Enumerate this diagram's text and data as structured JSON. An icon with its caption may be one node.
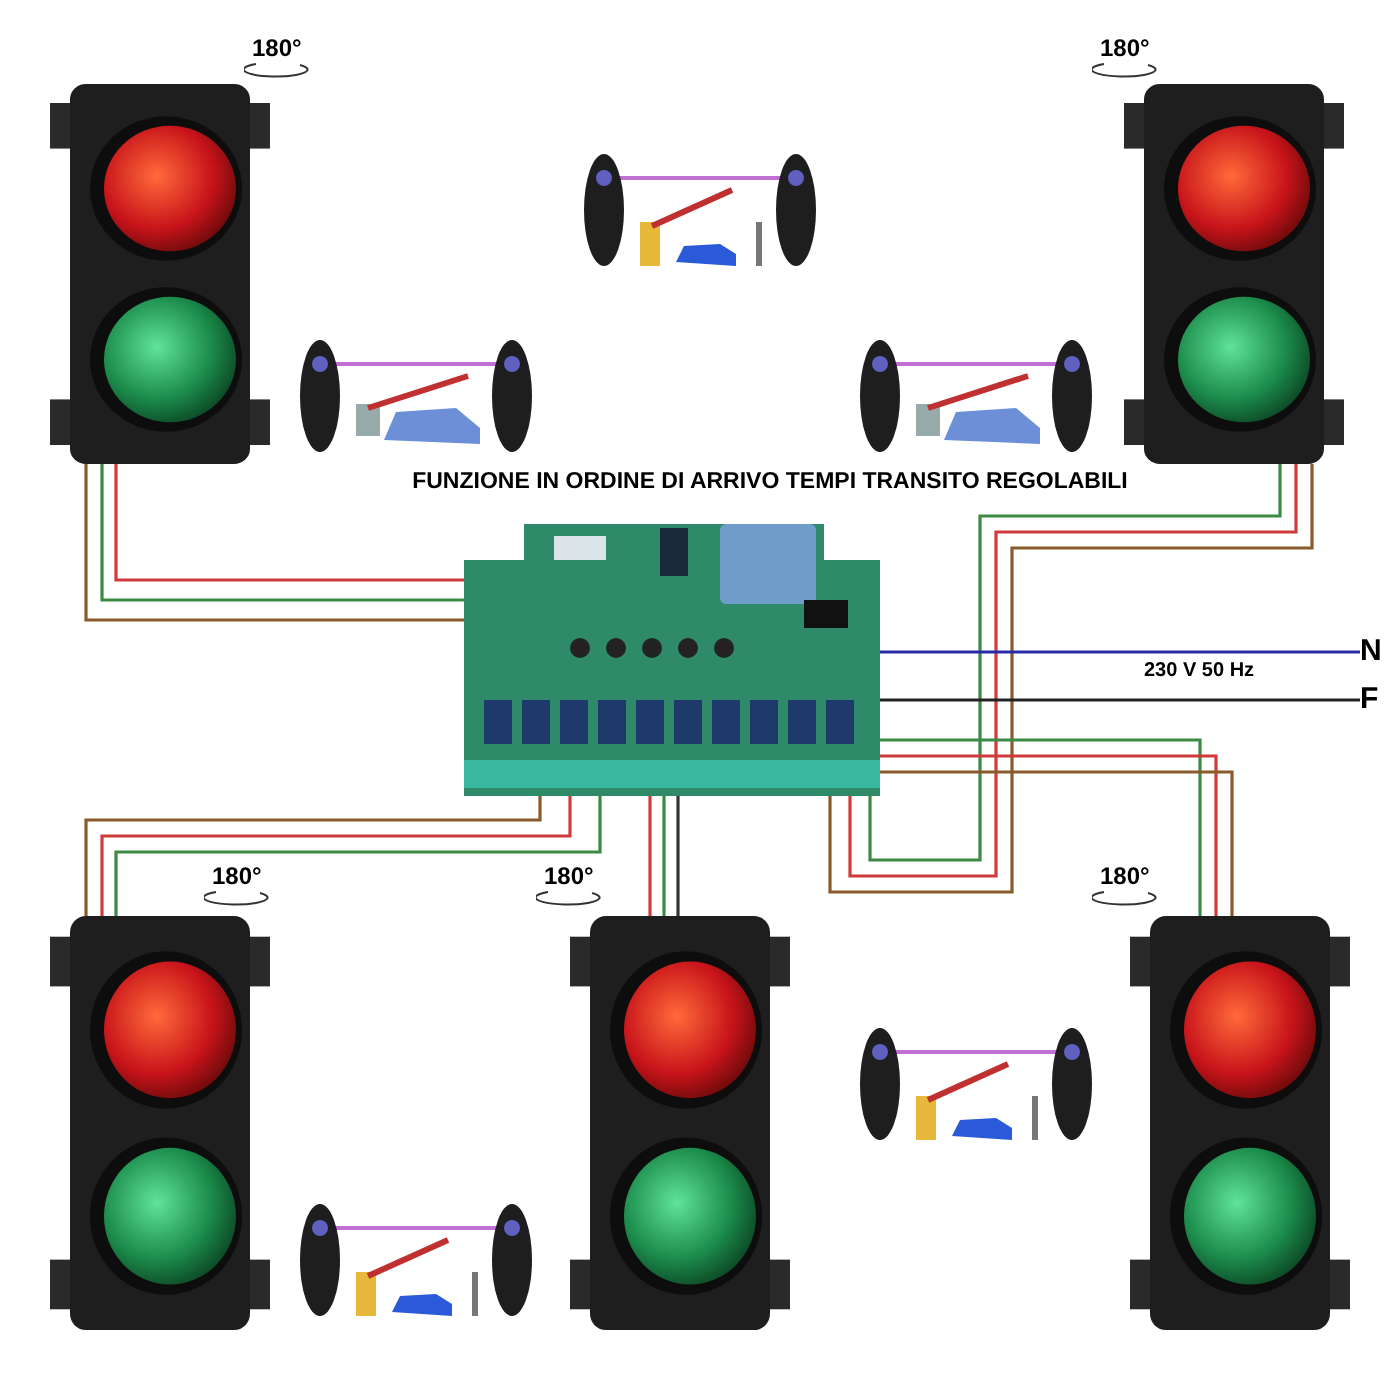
{
  "diagram": {
    "title": "FUNZIONE IN ORDINE DI ARRIVO TEMPI TRANSITO REGOLABILI",
    "nodes": [
      {
        "text": [],
        "shape": "picture",
        "beside": [
          "180°"
        ]
      },
      {
        "text": [],
        "shape": "picture",
        "beside": [
          "180°"
        ]
      },
      {
        "text": [],
        "shape": "picture",
        "beside": [
          "180°"
        ]
      },
      {
        "text": [],
        "shape": "picture",
        "beside": [
          "180°"
        ]
      },
      {
        "text": [],
        "shape": "picture",
        "beside": [
          "180°"
        ]
      },
      {
        "text": [],
        "shape": "picture"
      },
      {
        "text": [
          "N"
        ]
      },
      {
        "text": [
          "F"
        ]
      }
    ],
    "edges": [
      {
        "from": 0,
        "to": 5,
        "arrow": "none",
        "color": "#8b5a2b"
      },
      {
        "from": 0,
        "to": 5,
        "arrow": "none",
        "color": "#d03a3a"
      },
      {
        "from": 0,
        "to": 5,
        "arrow": "none",
        "color": "#3a8a44"
      },
      {
        "from": 1,
        "to": 5,
        "arrow": "none",
        "color": "#3a8a44"
      },
      {
        "from": 1,
        "to": 5,
        "arrow": "none",
        "color": "#d03a3a"
      },
      {
        "from": 1,
        "to": 5,
        "arrow": "none",
        "color": "#8b5a2b"
      },
      {
        "from": 2,
        "to": 5,
        "arrow": "none",
        "color": "#8b5a2b"
      },
      {
        "from": 2,
        "to": 5,
        "arrow": "none",
        "color": "#d03a3a"
      },
      {
        "from": 2,
        "to": 5,
        "arrow": "none",
        "color": "#3a8a44"
      },
      {
        "from": 3,
        "to": 5,
        "arrow": "none",
        "color": "#d03a3a"
      },
      {
        "from": 3,
        "to": 5,
        "arrow": "none",
        "color": "#3a8a44"
      },
      {
        "from": 3,
        "to": 5,
        "arrow": "none",
        "color": "#333333"
      },
      {
        "from": 4,
        "to": 5,
        "arrow": "none",
        "color": "#3a8a44"
      },
      {
        "from": 4,
        "to": 5,
        "arrow": "none",
        "color": "#d03a3a"
      },
      {
        "from": 4,
        "to": 5,
        "arrow": "none",
        "color": "#8b5a2b"
      },
      {
        "from": 5,
        "to": 6,
        "arrow": "none",
        "color": "#2a2aa8"
      },
      {
        "from": 5,
        "to": 7,
        "arrow": "none",
        "color": "#222222"
      }
    ],
    "labels": [
      "230 V 50 Hz"
    ]
  }
}
